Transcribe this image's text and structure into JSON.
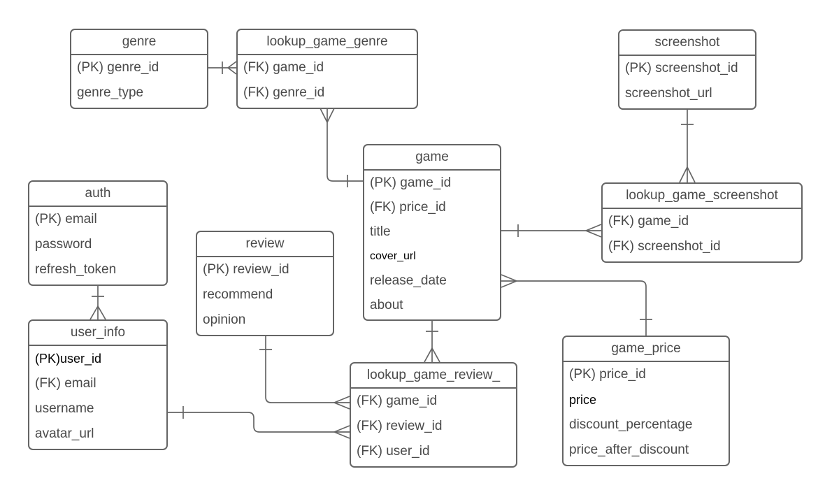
{
  "entities": {
    "genre": {
      "title": "genre",
      "fields": [
        "(PK) genre_id",
        "genre_type"
      ]
    },
    "lookup_game_genre": {
      "title": "lookup_game_genre",
      "fields": [
        "(FK) game_id",
        "(FK) genre_id"
      ]
    },
    "screenshot": {
      "title": "screenshot",
      "fields": [
        "(PK) screenshot_id",
        "screenshot_url"
      ]
    },
    "game": {
      "title": "game",
      "fields": [
        "(PK) game_id",
        "(FK) price_id",
        "title",
        "cover_url",
        "release_date",
        "about"
      ]
    },
    "auth": {
      "title": "auth",
      "fields": [
        "(PK) email",
        "password",
        "refresh_token"
      ]
    },
    "user_info": {
      "title": "user_info",
      "fields": [
        "(PK)user_id",
        "(FK) email",
        "username",
        "avatar_url"
      ]
    },
    "review": {
      "title": "review",
      "fields": [
        "(PK) review_id",
        "recommend",
        "opinion"
      ]
    },
    "lookup_game_screenshot": {
      "title": "lookup_game_screenshot",
      "fields": [
        "(FK) game_id",
        "(FK) screenshot_id"
      ]
    },
    "lookup_game_review": {
      "title": "lookup_game_review_",
      "fields": [
        "(FK) game_id",
        "(FK) review_id",
        "(FK) user_id"
      ]
    },
    "game_price": {
      "title": "game_price",
      "fields": [
        "(PK) price_id",
        "price",
        "discount_percentage",
        "price_after_discount"
      ]
    }
  },
  "relationships": [
    {
      "from": "genre",
      "to": "lookup_game_genre",
      "from_cardinality": "one",
      "to_cardinality": "many"
    },
    {
      "from": "game",
      "to": "lookup_game_genre",
      "from_cardinality": "one",
      "to_cardinality": "many"
    },
    {
      "from": "screenshot",
      "to": "lookup_game_screenshot",
      "from_cardinality": "one",
      "to_cardinality": "many"
    },
    {
      "from": "game",
      "to": "lookup_game_screenshot",
      "from_cardinality": "one",
      "to_cardinality": "many"
    },
    {
      "from": "game_price",
      "to": "game",
      "from_cardinality": "one",
      "to_cardinality": "many"
    },
    {
      "from": "game",
      "to": "lookup_game_review_",
      "from_cardinality": "one",
      "to_cardinality": "many"
    },
    {
      "from": "review",
      "to": "lookup_game_review_",
      "from_cardinality": "one",
      "to_cardinality": "many"
    },
    {
      "from": "user_info",
      "to": "lookup_game_review_",
      "from_cardinality": "one",
      "to_cardinality": "many"
    },
    {
      "from": "auth",
      "to": "user_info",
      "from_cardinality": "one",
      "to_cardinality": "many"
    }
  ],
  "colors": {
    "line": "#656565",
    "text": "#4a4a4a",
    "alt_text": "#000000",
    "background": "#ffffff"
  }
}
